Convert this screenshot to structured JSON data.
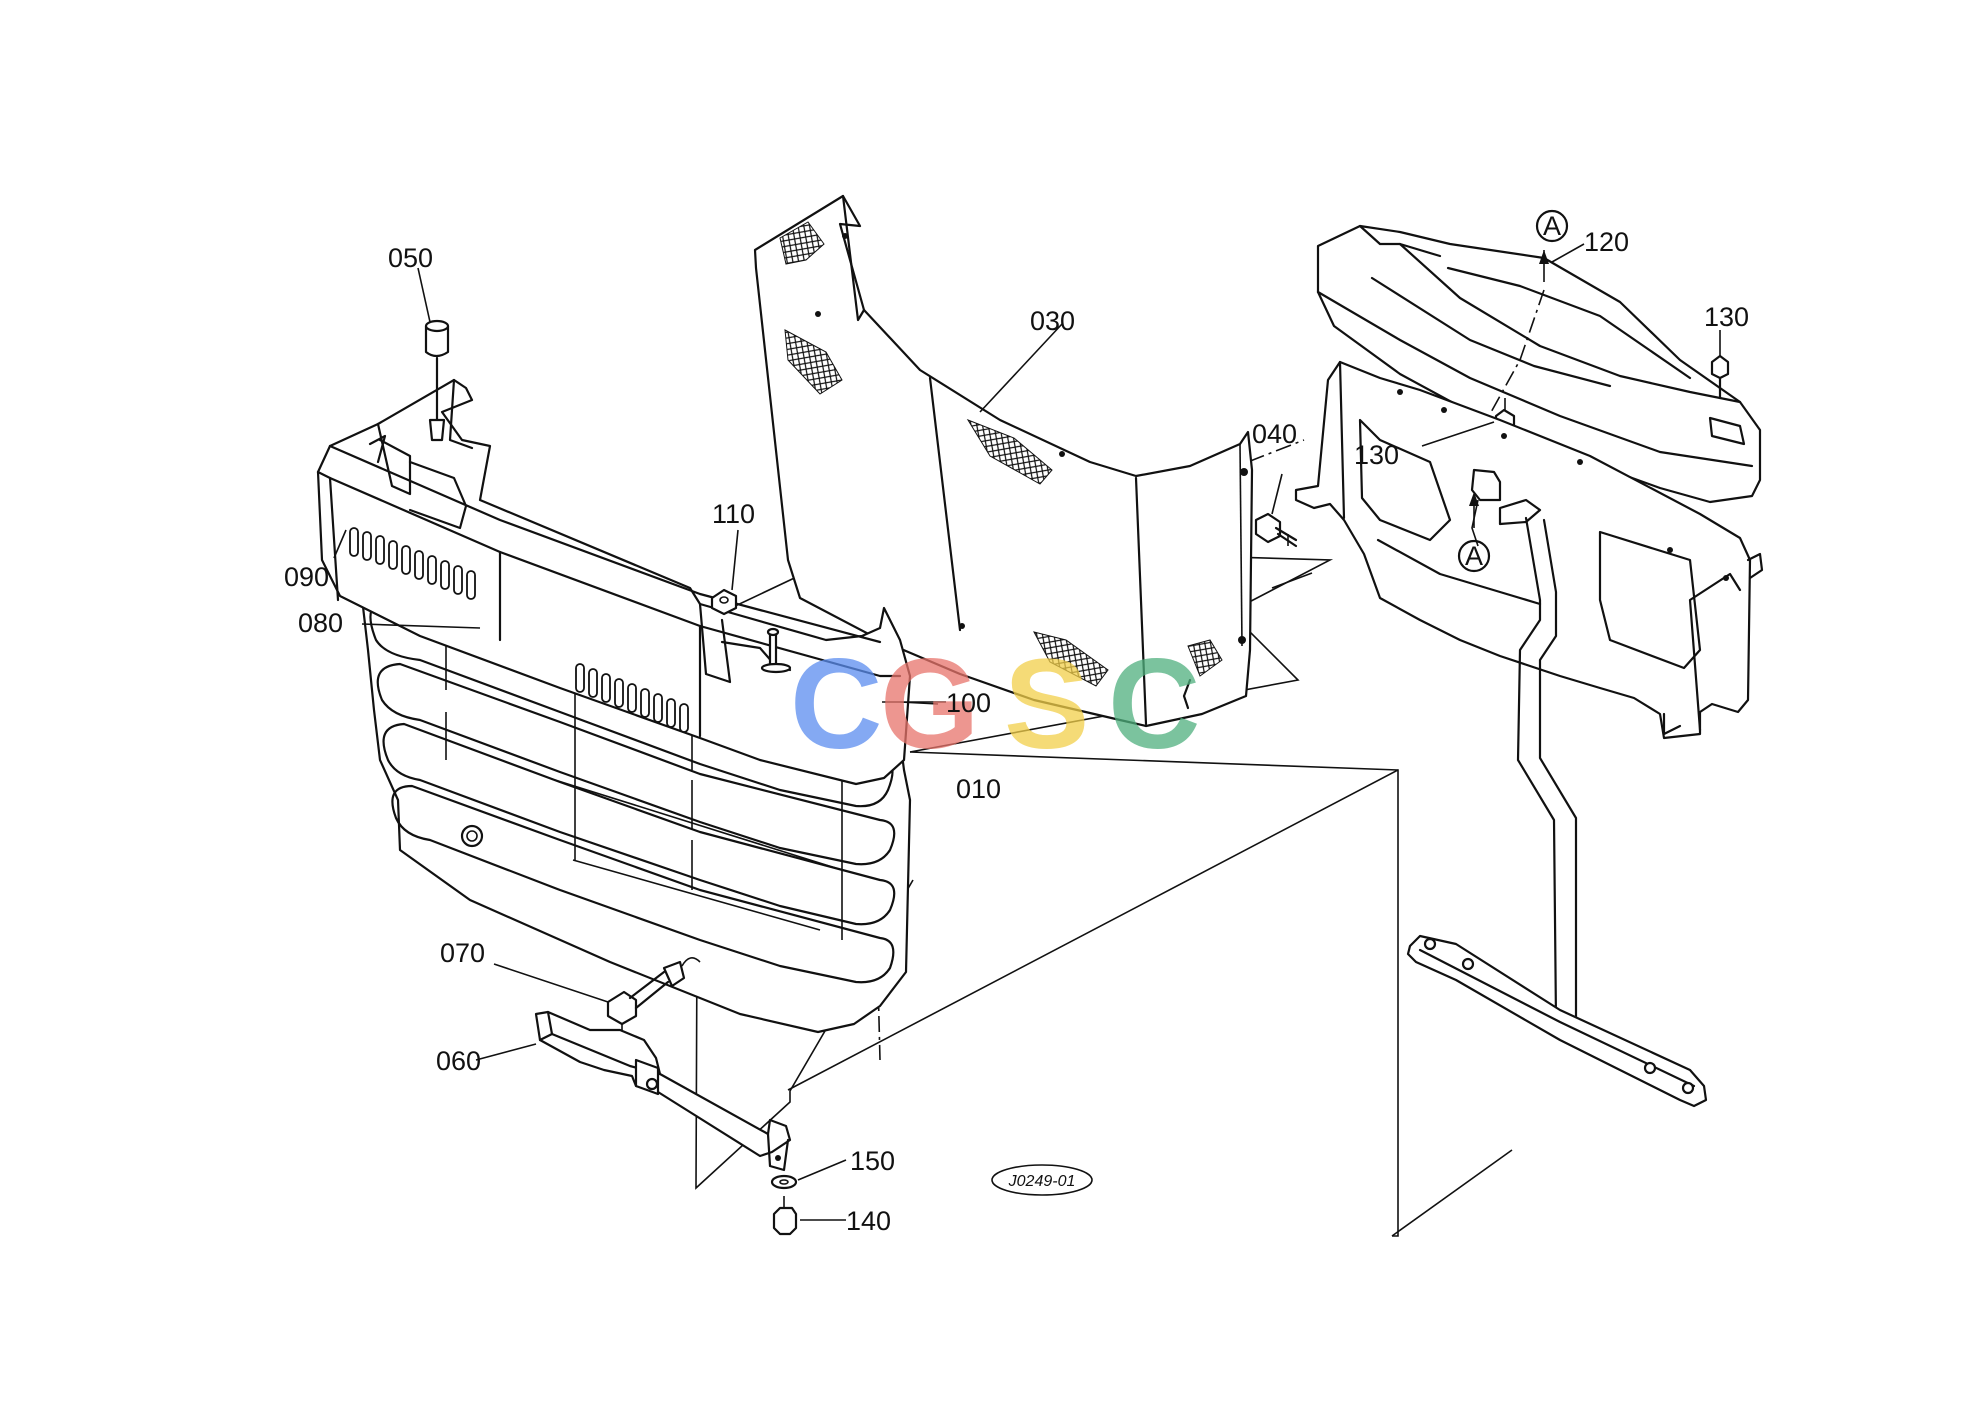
{
  "diagram": {
    "part_labels": {
      "p010": "010",
      "p030": "030",
      "p040": "040",
      "p050": "050",
      "p060": "060",
      "p070": "070",
      "p080": "080",
      "p090": "090",
      "p100": "100",
      "p110": "110",
      "p120": "120",
      "p130a": "130",
      "p130b": "130",
      "p140": "140",
      "p150": "150"
    },
    "ref_marks": {
      "a1": "A",
      "a2": "A"
    },
    "drawing_code": "J0249-01"
  },
  "watermark": {
    "letters": [
      "C",
      "G",
      "S",
      "C"
    ],
    "colors": [
      "#5b8def",
      "#e8746b",
      "#f2cf4a",
      "#4fb07e"
    ]
  }
}
